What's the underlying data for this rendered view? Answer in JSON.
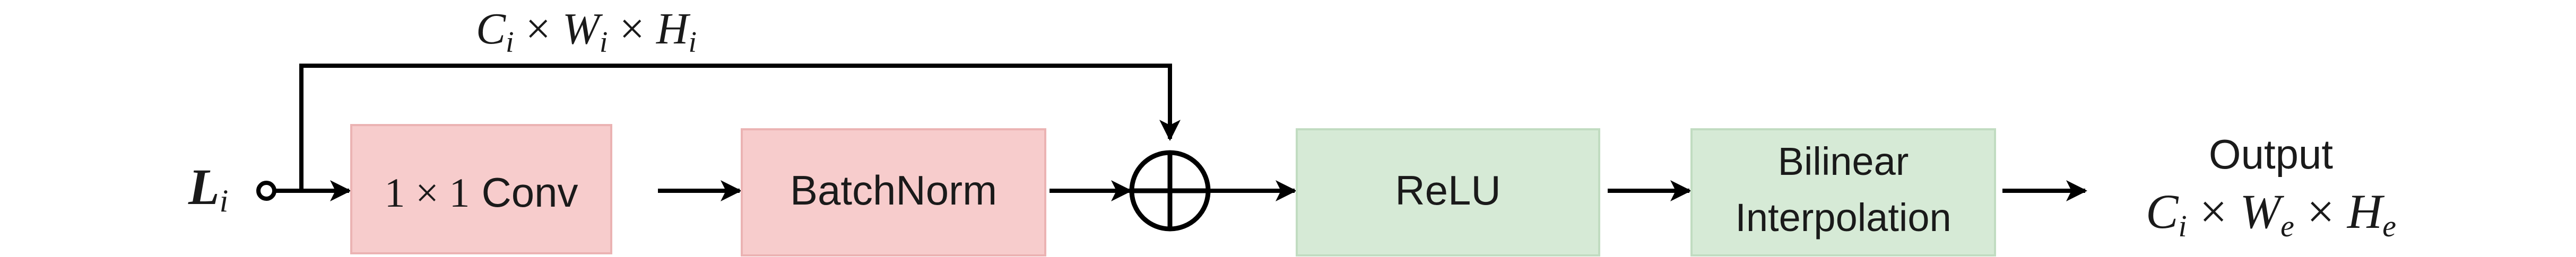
{
  "top_label": {
    "c": "C",
    "c_sub": "i",
    "w": "W",
    "w_sub": "i",
    "h": "H",
    "h_sub": "i",
    "times": "×"
  },
  "input": {
    "symbol": "L",
    "sub": "i"
  },
  "blocks": {
    "conv": {
      "prefix": "1 × 1",
      "suffix": "Conv"
    },
    "batchnorm": {
      "label": "BatchNorm"
    },
    "relu": {
      "label": "ReLU"
    },
    "bilinear": {
      "line1": "Bilinear",
      "line2": "Interpolation"
    }
  },
  "output": {
    "title": "Output",
    "c": "C",
    "c_sub": "i",
    "w": "W",
    "w_sub": "e",
    "h": "H",
    "h_sub": "e",
    "times": "×"
  },
  "colors": {
    "pink_fill": "#f7cccc",
    "pink_stroke": "#ebb3b3",
    "green_fill": "#d6ead6",
    "green_stroke": "#c1dcc1",
    "line": "#000000"
  }
}
